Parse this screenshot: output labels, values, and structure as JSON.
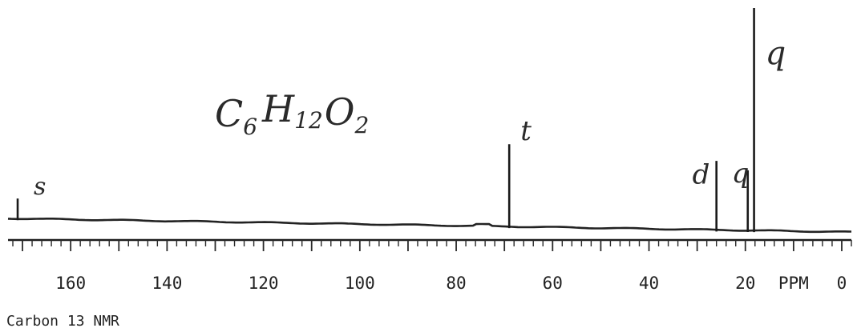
{
  "chart_data": {
    "type": "line",
    "subtype": "nmr-spectrum",
    "caption": "Carbon 13 NMR",
    "formula": {
      "parts": [
        {
          "text": "C",
          "sub": "6"
        },
        {
          "text": "H",
          "sub": "12"
        },
        {
          "text": "O",
          "sub": "2"
        }
      ]
    },
    "x_axis": {
      "reversed": true,
      "range": [
        173,
        -2
      ],
      "ticks": [
        160,
        140,
        120,
        100,
        80,
        60,
        40,
        20,
        0
      ],
      "tick_labels": [
        "160",
        "140",
        "120",
        "100",
        "80",
        "60",
        "40",
        "20",
        "0"
      ],
      "unit_label": "PPM",
      "minor_step": 2
    },
    "peaks": [
      {
        "ppm": 171,
        "height": 0.09,
        "multiplicity": "s"
      },
      {
        "ppm": 69,
        "height": 0.37,
        "multiplicity": "t"
      },
      {
        "ppm": 26,
        "height": 0.31,
        "multiplicity": "d"
      },
      {
        "ppm": 19.5,
        "height": 0.27,
        "multiplicity": "q"
      },
      {
        "ppm": 18.2,
        "height": 1.0,
        "multiplicity": "q"
      }
    ]
  }
}
